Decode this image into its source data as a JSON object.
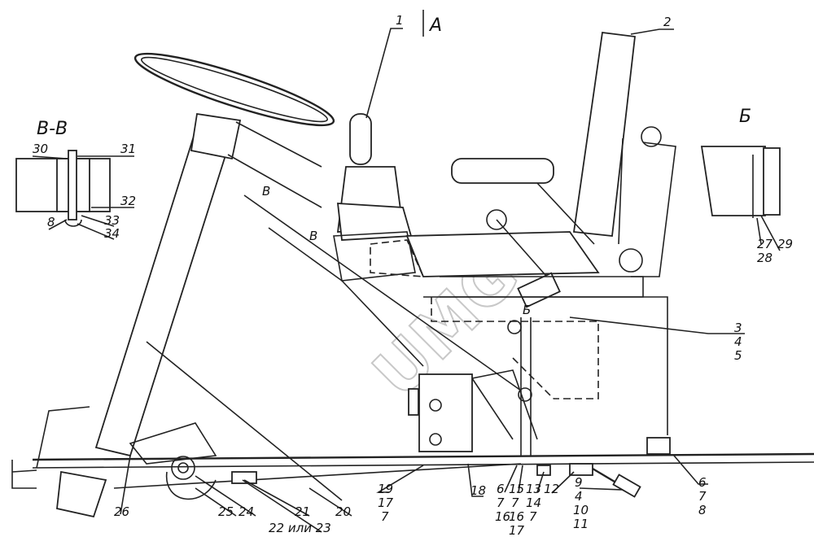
{
  "title_view_a": "A",
  "watermark": "UMG",
  "section_bb": {
    "title": "В-В",
    "labels": [
      "30",
      "31",
      "32",
      "8",
      "33",
      "34"
    ]
  },
  "section_b": {
    "title": "Б",
    "labels": [
      "27",
      "28",
      "29"
    ]
  },
  "section_marks": {
    "b1": "В",
    "b2": "В",
    "bb": "Б"
  },
  "callouts": {
    "c1": "1",
    "c2": "2",
    "c3": [
      "3",
      "4",
      "5"
    ],
    "c6r": [
      "6",
      "7",
      "8"
    ],
    "c19": [
      "19",
      "17",
      "7"
    ],
    "c18": "18",
    "c6": [
      "6",
      "7",
      "16"
    ],
    "c15": [
      "15",
      "7",
      "16",
      "17"
    ],
    "c13": [
      "13",
      "14",
      "7"
    ],
    "c12": "12",
    "c9": [
      "9",
      "4",
      "10",
      "11"
    ],
    "c26": "26",
    "c25": "25",
    "c24": "24",
    "c21": "21",
    "c20": "20",
    "c22": "22 или 23"
  }
}
